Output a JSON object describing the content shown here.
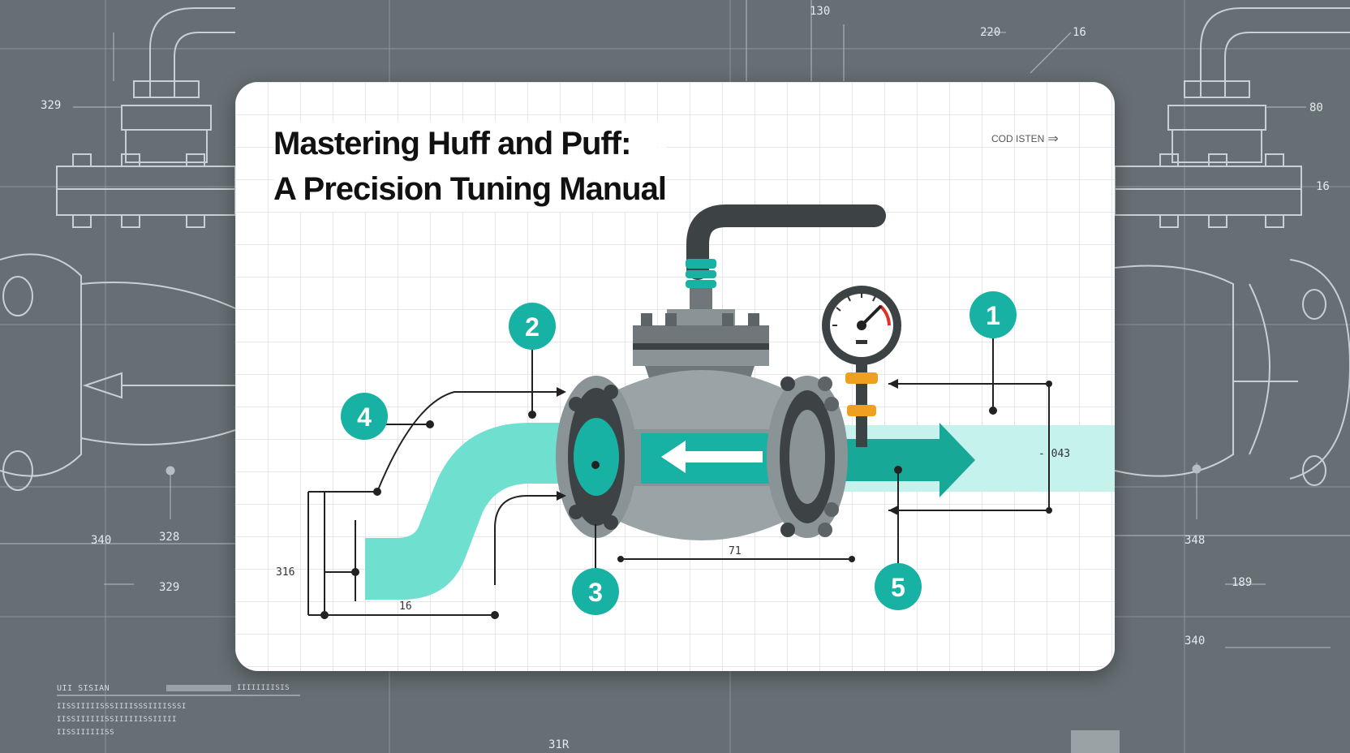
{
  "title_lines": [
    "Mastering Huff and Puff:",
    "A Precision Tuning Manual"
  ],
  "corner_tag": "COD ISTEN",
  "callouts": [
    "1",
    "2",
    "3",
    "4",
    "5"
  ],
  "card_dimensions": {
    "bend_height": "316",
    "bend_length": "16",
    "valve_length": "71",
    "outlet_height": "- 043"
  },
  "background_labels": {
    "top_center": "130",
    "top_right_a": "220",
    "top_right_b": "16",
    "left_top": "329",
    "right_top": "80",
    "right_mid": "16",
    "left_bottom_a": "340",
    "left_bottom_b": "328",
    "left_bottom_c": "329",
    "right_bottom_a": "348",
    "right_bottom_b": "189",
    "right_bottom_c": "340",
    "bottom_center": "31R"
  },
  "footer": {
    "left_title": "UII SISIAN",
    "left_title_right": "IIIIIIIISIS",
    "line1": "IISSIIIIISSSIIIISSSIIIISSSI",
    "line2": "IISSIIIIIISSIIIIIISSIIIII",
    "line3": "IISSIIIIIISS"
  },
  "colors": {
    "background": "#666f73",
    "teal": "#17b2a4",
    "teal_light": "#6fdfcf",
    "valve_gray": "#8a9396",
    "valve_dark": "#3d4345",
    "gauge_orange": "#f0a020"
  }
}
